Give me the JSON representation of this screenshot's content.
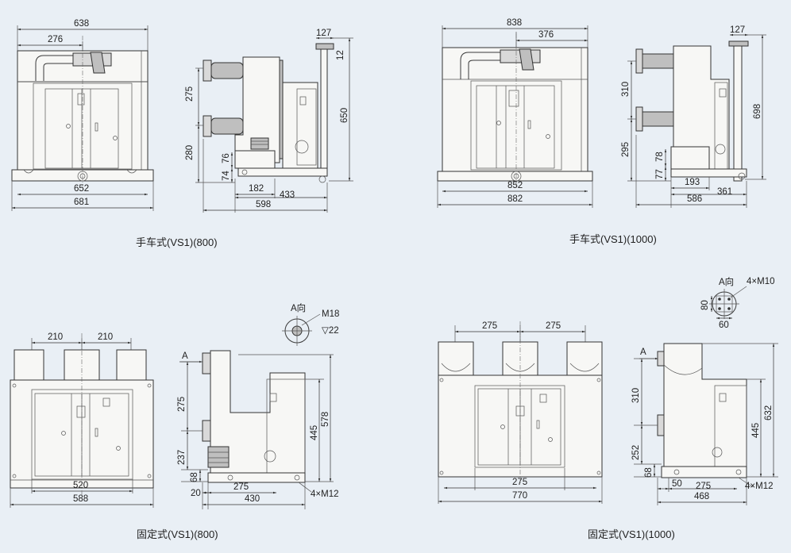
{
  "diagrams": [
    {
      "id": "handcart-800",
      "caption": "手车式(VS1)(800)",
      "front_dims": {
        "top_width": "638",
        "top_half": "276",
        "base_width": "652",
        "total_width": "681"
      },
      "side_dims": {
        "top_offset": "127",
        "top_small": "12",
        "upper_height": "275",
        "lower_height": "280",
        "v1": "76",
        "v2": "74",
        "height": "650",
        "d1": "182",
        "d2": "433",
        "d3": "598"
      }
    },
    {
      "id": "handcart-1000",
      "caption": "手车式(VS1)(1000)",
      "front_dims": {
        "top_width": "838",
        "top_half": "376",
        "base_width": "852",
        "total_width": "882"
      },
      "side_dims": {
        "top_offset": "127",
        "upper_height": "310",
        "lower_height": "295",
        "v1": "78",
        "v2": "77",
        "height": "698",
        "d1": "193",
        "d2": "361",
        "d3": "586"
      }
    },
    {
      "id": "fixed-800",
      "caption": "固定式(VS1)(800)",
      "front_dims": {
        "pitch1": "210",
        "pitch2": "210",
        "width": "520",
        "total_width": "588"
      },
      "side_dims": {
        "view_label": "A",
        "upper_height": "275",
        "lower_height": "237",
        "base_height": "68",
        "height_445": "445",
        "height_578": "578",
        "d1": "20",
        "d2": "275",
        "d3": "430",
        "bolt": "4×M12"
      },
      "view_a": {
        "label": "A向",
        "thread": "M18",
        "depth": "▽22"
      }
    },
    {
      "id": "fixed-1000",
      "caption": "固定式(VS1)(1000)",
      "front_dims": {
        "pitch1": "275",
        "pitch2": "275",
        "width": "275",
        "total_width": "770"
      },
      "side_dims": {
        "view_label": "A",
        "upper_height": "310",
        "lower_height": "252",
        "base_height": "68",
        "height_445": "445",
        "height_632": "632",
        "d1": "50",
        "d2": "275",
        "d3": "468",
        "bolt": "4×M12"
      },
      "view_a": {
        "label": "A向",
        "thread": "4×M10",
        "w1": "80",
        "w2": "60"
      }
    }
  ]
}
